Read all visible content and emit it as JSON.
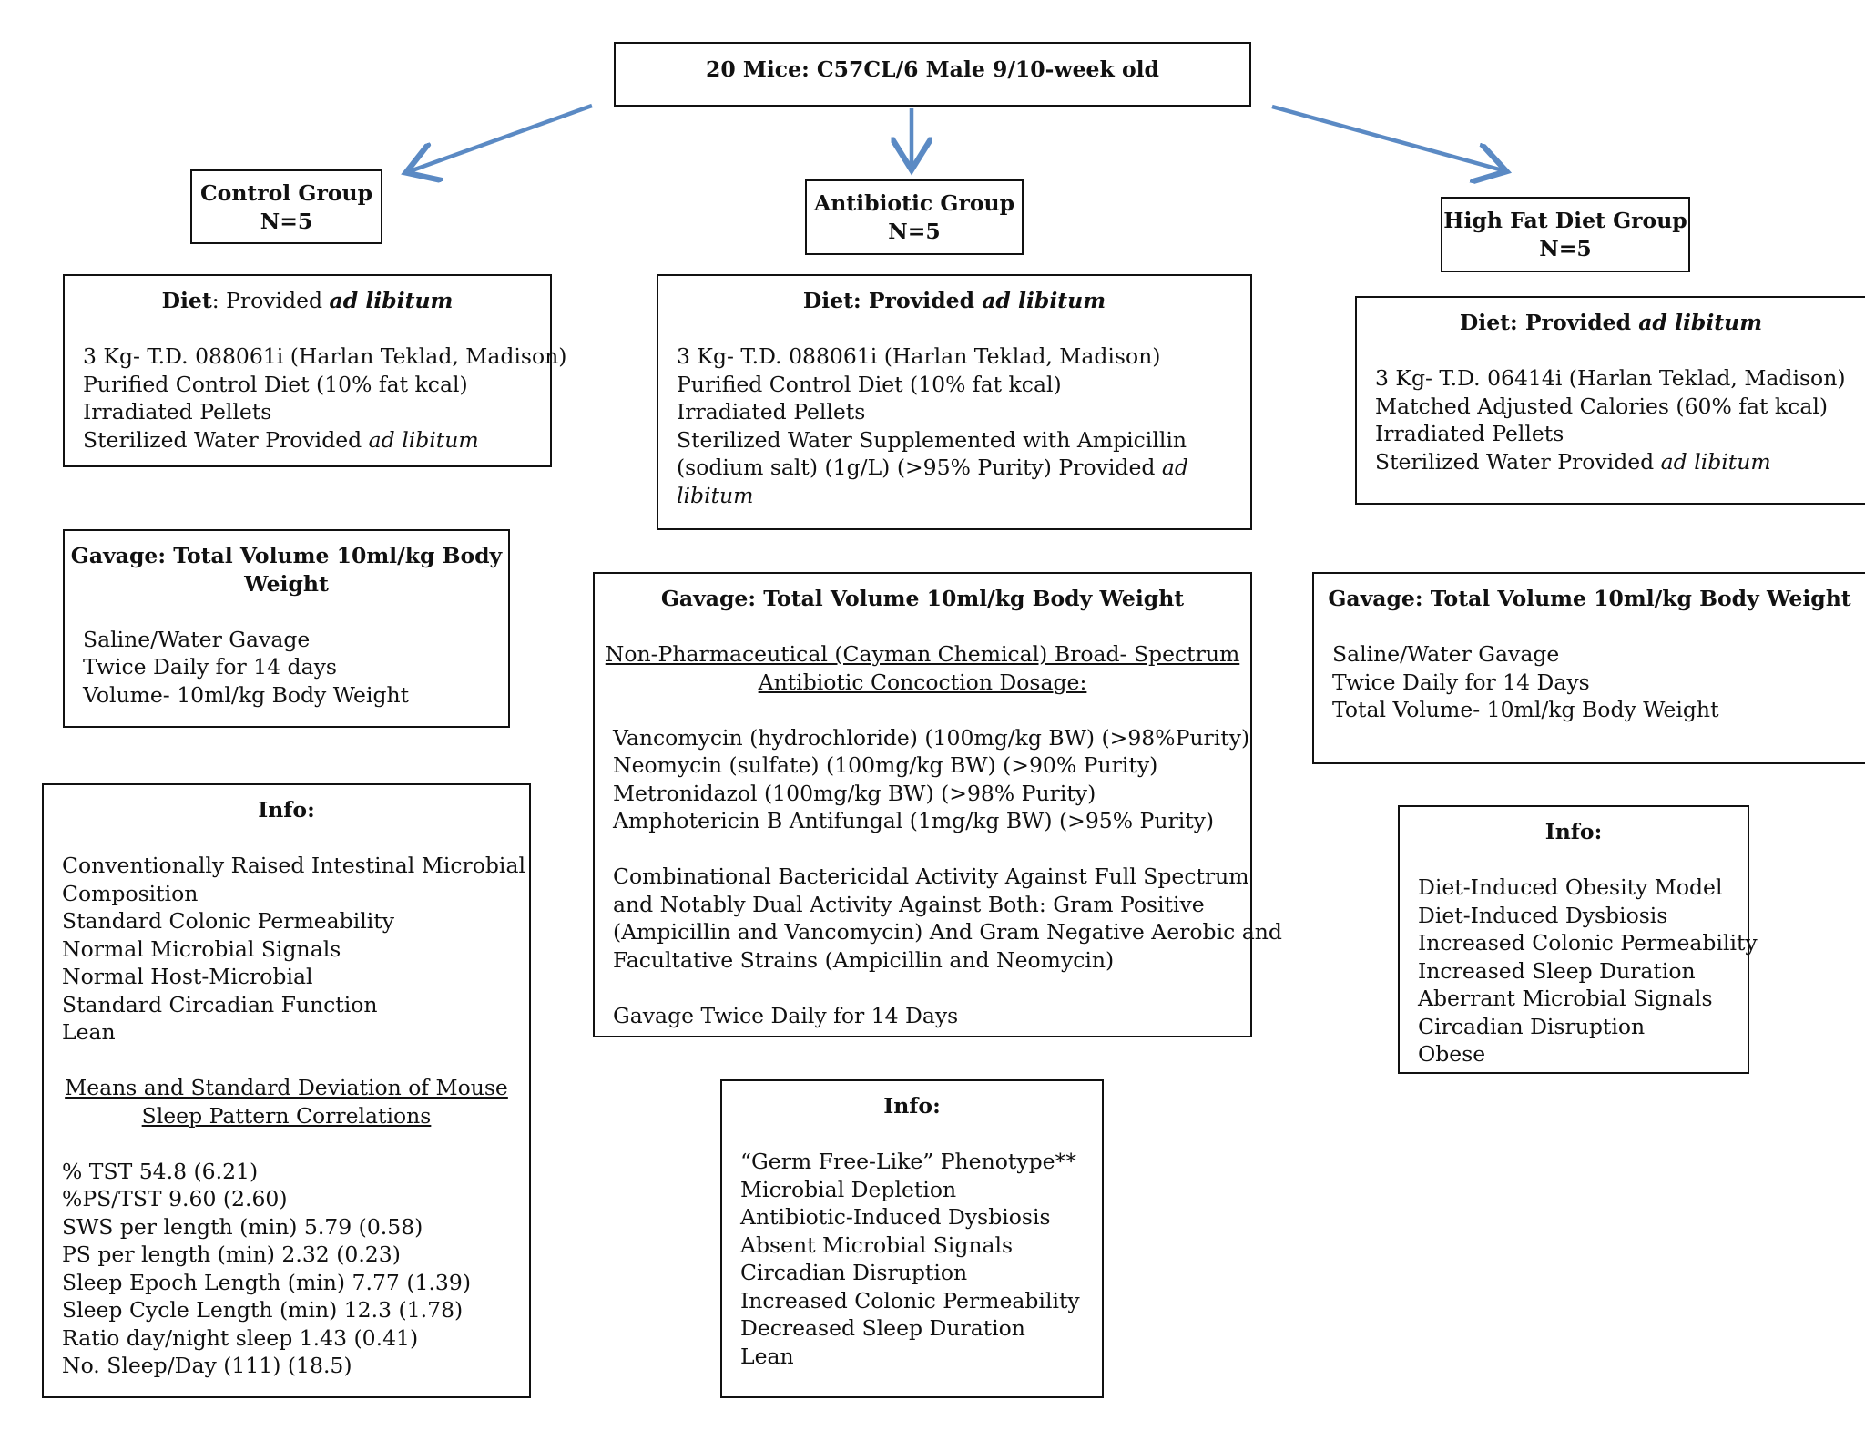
{
  "top": {
    "label": "20 Mice: C57CL/6 Male 9/10-week old"
  },
  "control": {
    "header": [
      "Control Group",
      "N=5"
    ],
    "diet": {
      "title_prefix": "Diet",
      "title_mid": ": Provided ",
      "title_italic": "ad libitum",
      "lines": [
        "3 Kg- T.D. 088061i (Harlan Teklad, Madison)",
        "Purified Control Diet (10% fat kcal)",
        "Irradiated Pellets"
      ],
      "last_line_prefix": "Sterilized Water Provided ",
      "last_line_italic": "ad libitum"
    },
    "gavage": {
      "title_1": "Gavage: Total Volume 10ml/kg Body",
      "title_2": "Weight",
      "lines": [
        "Saline/Water Gavage",
        "Twice Daily for 14 days",
        "Volume- 10ml/kg Body Weight"
      ]
    },
    "info": {
      "title": "Info:",
      "lines": [
        "Conventionally Raised Intestinal Microbial",
        "Composition",
        "Standard Colonic Permeability",
        "Normal Microbial Signals",
        "Normal Host-Microbial",
        "Standard Circadian Function",
        "Lean"
      ],
      "subtitle_1": "Means and Standard Deviation of Mouse",
      "subtitle_2": "Sleep Pattern Correlations",
      "stats": [
        "% TST 54.8 (6.21)",
        "%PS/TST 9.60 (2.60)",
        "SWS per length (min) 5.79 (0.58)",
        "PS per length (min) 2.32 (0.23)",
        "Sleep Epoch Length (min) 7.77 (1.39)",
        "Sleep Cycle Length (min) 12.3 (1.78)",
        "Ratio day/night sleep 1.43 (0.41)",
        "No. Sleep/Day (111) (18.5)"
      ]
    }
  },
  "antibiotic": {
    "header": [
      "Antibiotic Group",
      "N=5"
    ],
    "diet": {
      "title": "Diet: Provided ",
      "title_italic": "ad libitum",
      "lines": [
        "3 Kg- T.D. 088061i (Harlan Teklad, Madison)",
        "Purified Control Diet (10% fat kcal)",
        "Irradiated Pellets",
        "Sterilized Water Supplemented with Ampicillin"
      ],
      "line5_prefix": "(sodium salt) (1g/L) (>95% Purity) Provided ",
      "line5_italic": "ad",
      "line6_italic": "libitum"
    },
    "gavage": {
      "title": "Gavage: Total Volume 10ml/kg Body Weight",
      "subtitle_1": "Non-Pharmaceutical (Cayman Chemical) Broad- Spectrum",
      "subtitle_2": "Antibiotic Concoction Dosage:",
      "drugs": [
        "Vancomycin (hydrochloride) (100mg/kg BW) (>98%Purity)",
        "Neomycin (sulfate) (100mg/kg BW) (>90% Purity)",
        "Metronidazol (100mg/kg BW) (>98% Purity)",
        "Amphotericin B Antifungal (1mg/kg BW) (>95% Purity)"
      ],
      "activity": [
        "Combinational Bactericidal Activity Against Full Spectrum",
        "and Notably Dual Activity Against Both: Gram Positive",
        "(Ampicillin and Vancomycin) And Gram Negative Aerobic and",
        "Facultative Strains (Ampicillin and Neomycin)"
      ],
      "schedule": "Gavage Twice Daily for 14 Days"
    },
    "info": {
      "title": "Info:",
      "lines": [
        "“Germ Free-Like” Phenotype**",
        "Microbial Depletion",
        "Antibiotic-Induced Dysbiosis",
        "Absent Microbial Signals",
        "Circadian Disruption",
        "Increased Colonic Permeability",
        "Decreased Sleep Duration",
        "Lean"
      ]
    }
  },
  "highfat": {
    "header": [
      "High Fat Diet Group",
      "N=5"
    ],
    "diet": {
      "title": "Diet: Provided ",
      "title_italic": "ad libitum",
      "lines": [
        "3 Kg- T.D. 06414i (Harlan Teklad, Madison)",
        "Matched Adjusted Calories (60% fat kcal)",
        "Irradiated Pellets"
      ],
      "last_line_prefix": "Sterilized Water Provided ",
      "last_line_italic": "ad libitum"
    },
    "gavage": {
      "title": "Gavage: Total Volume 10ml/kg Body Weight",
      "lines": [
        "Saline/Water Gavage",
        "Twice Daily for 14 Days",
        "Total Volume- 10ml/kg Body Weight"
      ]
    },
    "info": {
      "title": "Info:",
      "lines": [
        "Diet-Induced Obesity Model",
        "Diet-Induced Dysbiosis",
        "Increased Colonic Permeability",
        "Increased Sleep Duration",
        "Aberrant Microbial Signals",
        "Circadian Disruption",
        "Obese"
      ]
    }
  },
  "colors": {
    "arrow": "#5b8ac4",
    "border": "#111111"
  }
}
